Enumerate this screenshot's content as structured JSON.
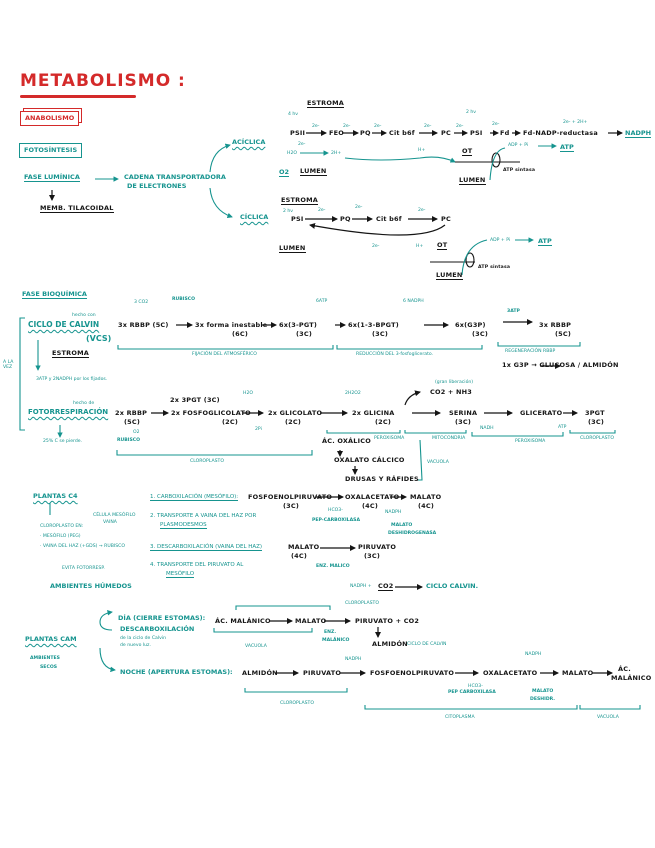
{
  "title": "METABOLISMO :",
  "anabolismo": "ANABOLISMO",
  "fotosintesis": "FOTOSÍNTESIS",
  "lum": {
    "fase": "FASE LUMÍNICA",
    "memb": "MEMB. TILACOIDAL",
    "cadena1": "CADENA TRANSPORTADORA",
    "cadena2": "DE ELECTRONES",
    "aciclica": "ACÍCLICA",
    "ciclica": "CÍCLICA"
  },
  "acic": {
    "estroma": "ESTROMA",
    "hv": "4 hν",
    "psii": "PSII",
    "feo": "FEO",
    "pq": "PQ",
    "cit": "Cit b6f",
    "pc": "PC",
    "psi": "PSI",
    "fd": "Fd",
    "fdnadp": "Fd-NADP-reductasa",
    "nadph": "NADPH",
    "e": "2e-",
    "h2o": "H2O",
    "h2": "2H+",
    "hp": "H+",
    "o2": "O2",
    "lumen": "LUMEN",
    "ot": "OT",
    "atpsint": "ATP sintasa",
    "adp": "ADP + Pi",
    "atp": "ATP",
    "e2h": "2e- + 2H+",
    "hv2": "2 hν"
  },
  "cic": {
    "estroma": "ESTROMA",
    "hv": "2 hν",
    "psi": "PSI",
    "pq": "PQ",
    "cit": "Cit b6f",
    "pc": "PC",
    "e": "2e-",
    "hp": "H+",
    "lumen": "LUMEN",
    "ot": "OT",
    "atpsint": "ATP sintasa",
    "adp": "ADP + Pi",
    "atp": "ATP"
  },
  "bio": {
    "fase": "FASE BIOQUÍMICA",
    "calvin": "CICLO DE CALVIN",
    "hecho_con": "hecho con",
    "vcs": "(VCS)",
    "estroma": "ESTROMA",
    "alavez": "A LA VEZ",
    "atp_nadph": "3ATP y 2NADPH por los fijados.",
    "foto": "FOTORRESPIRACIÓN",
    "hecho_de": "hecho de",
    "pierde": "25% C se pierde."
  },
  "calvin": {
    "co2": "3 CO2",
    "rubisco": "RUBISCO",
    "rbbp": "3x RBBP (5C)",
    "inestable": "3x forma inestable",
    "c6": "(6C)",
    "pgt": "6x(3-PGT)",
    "c3": "(3C)",
    "atp6": "6ATP",
    "bpgt": "6x(1-3-BPGT)",
    "nadph6": "6 NADPH",
    "g3p": "6x(G3P)",
    "atp3": "3ATP",
    "rbbp2": "3x RBBP",
    "c5": "(5C)",
    "fijacion": "FIJACIÓN DEL ATMOSFÉRICO",
    "reduccion": "REDUCCIÓN DEL 3-fosfoglicerato.",
    "regen": "REGENERACIÓN RBBP",
    "glucosa": "1x G3P → GLUCOSA / ALMIDÓN"
  },
  "fr": {
    "rbbp": "2x RBBP",
    "c5": "(5C)",
    "o2": "O2",
    "rubisco": "RUBISCO",
    "pgt": "2x 3PGT (3C)",
    "fosfogl": "2x FOSFOGLICOLATO",
    "c2": "(2C)",
    "h2o": "H2O",
    "pi": "2Pi",
    "glicolato": "2x GLICOLATO",
    "h2o2": "2H2O2",
    "glicina": "2x GLICINA",
    "lib": "(gran liberación)",
    "co2nh3": "CO2 + NH3",
    "serina": "SERINA",
    "c3": "(3C)",
    "glicerato": "GLICERATO",
    "pgt3": "3PGT",
    "nadh": "NADH",
    "atp": "ATP",
    "oxalico": "ÁC. OXÁLICO",
    "oxalato": "OXALATO CÁLCICO",
    "drusas": "DRUSAS Y RÁFIDES",
    "cloro": "CLOROPLASTO",
    "perox": "PEROXISOMA",
    "mito": "MITOCONDRIA",
    "perox2": "PEROXISOMA",
    "cloro2": "CLOROPLASTO",
    "vacuola": "VACUOLA"
  },
  "c4": {
    "title": "PLANTAS C4",
    "celula": "CÉLULA MESÓFILO",
    "vaina": "VAINA",
    "cloro": "CLOROPLASTO EN:",
    "meso": "· MESÓFILO (PEG)",
    "vainahaz": "· VAINA DEL HAZ (+GDS) → RUBISCO",
    "evita": "EVITA FOTORRESP.",
    "amb": "AMBIENTES HÚMEDOS",
    "s1": "1. CARBOXILACIÓN (MESÓFILO):",
    "s2a": "2. TRANSPORTE A VAINA DEL HAZ POR",
    "s2b": "PLASMODESMOS",
    "s3": "3. DESCARBOXILACIÓN (VAINA DEL HAZ)",
    "s4a": "4. TRANSPORTE DEL PIRUVATO AL",
    "s4b": "MESÓFILO",
    "pep": "FOSFOENOLPIRUVATO",
    "c3": "(3C)",
    "oxal": "OXALACETATO",
    "c4": "(4C)",
    "malato": "MALATO",
    "hco3": "HCO3-",
    "pepc": "PEP-CARBOXILASA",
    "nadph": "NADPH",
    "mdh1": "MALATO",
    "mdh2": "DESHIDROGENASA",
    "malato2": "MALATO",
    "piruvato": "PIRUVATO",
    "enz": "ENZ. MALICO",
    "nadph2": "NADPH +",
    "co2": "CO2",
    "calvin": "CICLO CALVIN."
  },
  "cam": {
    "title": "PLANTAS CAM",
    "amb1": "AMBIENTES",
    "amb2": "SECOS",
    "dia": "DÍA (CIERRE ESTOMAS):",
    "descarb": "DESCARBOXILACIÓN",
    "dia_n1": "de la ciclo de Calvin",
    "dia_n2": "de nuevo luz.",
    "malanico": "ÁC. MALÁNICO",
    "malato": "MALATO",
    "piruvato_co2": "PIRUVATO + CO2",
    "enz1": "ENZ.",
    "enz2": "MALÁNICO",
    "almidon": "ALMIDÓN",
    "calvin": "CICLO DE CALVIN",
    "vacuola": "VACUOLA",
    "cloro_top": "CLOROPLASTO",
    "nadph": "NADPH",
    "noche": "NOCHE (APERTURA ESTOMAS):",
    "almidon2": "ALMIDÓN",
    "piruvato": "PIRUVATO",
    "pep": "FOSFOENOLPIRUVATO",
    "oxal": "OXALACETATO",
    "malato2": "MALATO",
    "ac1": "ÁC.",
    "ac2": "MALÁNICO",
    "nadph2": "NADPH",
    "hco3": "HCO3-",
    "pepc": "PEP CARBOXILASA",
    "mdh1": "MALATO",
    "mdh2": "DESHIDR.",
    "cloro": "CLOROPLASTO",
    "cito": "CITOPLASMA",
    "vacuola2": "VACUOLA"
  },
  "colors": {
    "red": "#d42a2a",
    "teal": "#16948f",
    "ink": "#151515"
  }
}
